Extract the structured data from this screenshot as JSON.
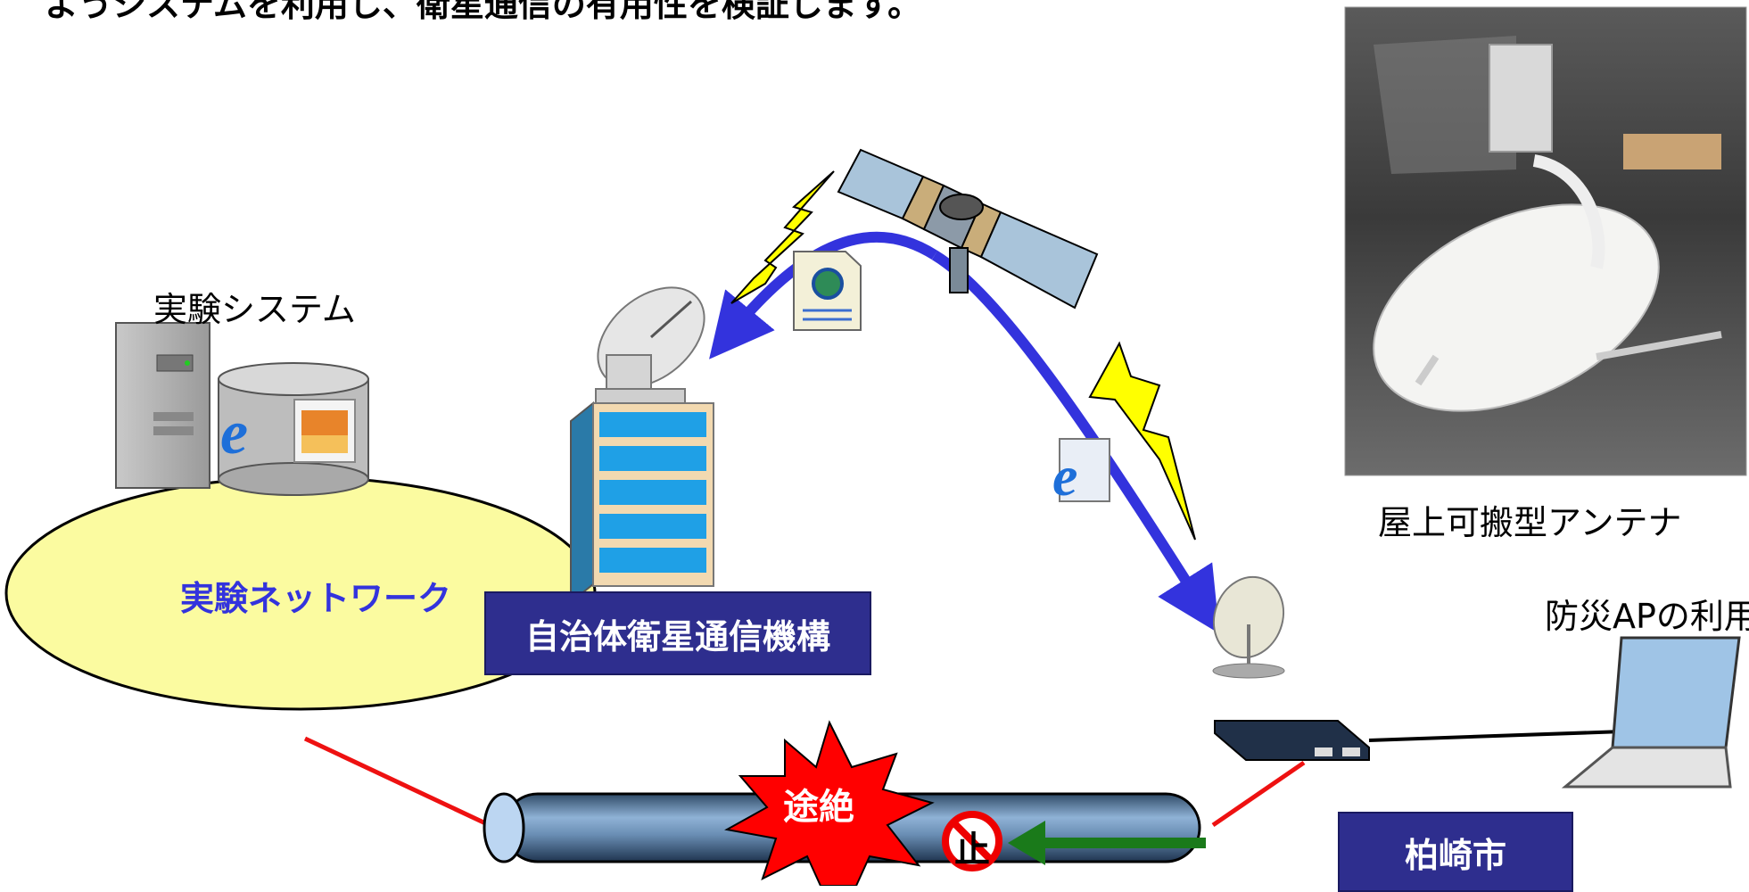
{
  "header": {
    "caption": "ようシステムを利用し、衛星通信の有用性を検証します。"
  },
  "labels": {
    "experiment_system": "実験システム",
    "experiment_network": "実験ネットワーク",
    "municipal_satellite_org": "自治体衛星通信機構",
    "rooftop_antenna": "屋上可搬型アンテナ",
    "disaster_ap_use": "防災APの利用",
    "kashiwazaki_city": "柏崎市",
    "cut_off": "途絶",
    "stop_mark": "止"
  },
  "icons": [
    "server-icon",
    "database-icon",
    "browser-e-icon",
    "image-file-icon",
    "satellite-dish-icon",
    "building-icon",
    "lightning-icon",
    "satellite-icon",
    "html-document-icon",
    "router-icon",
    "laptop-icon",
    "burst-icon",
    "no-entry-icon",
    "antenna-photo"
  ],
  "colors": {
    "network_fill": "#fbfba0",
    "org_box": "#2e2e8e",
    "link_red": "#ee1111",
    "arc_blue": "#3333dd",
    "arrow_green": "#1a7a1a",
    "burst_red": "#ff0000",
    "lightning_yellow": "#ffff00"
  }
}
